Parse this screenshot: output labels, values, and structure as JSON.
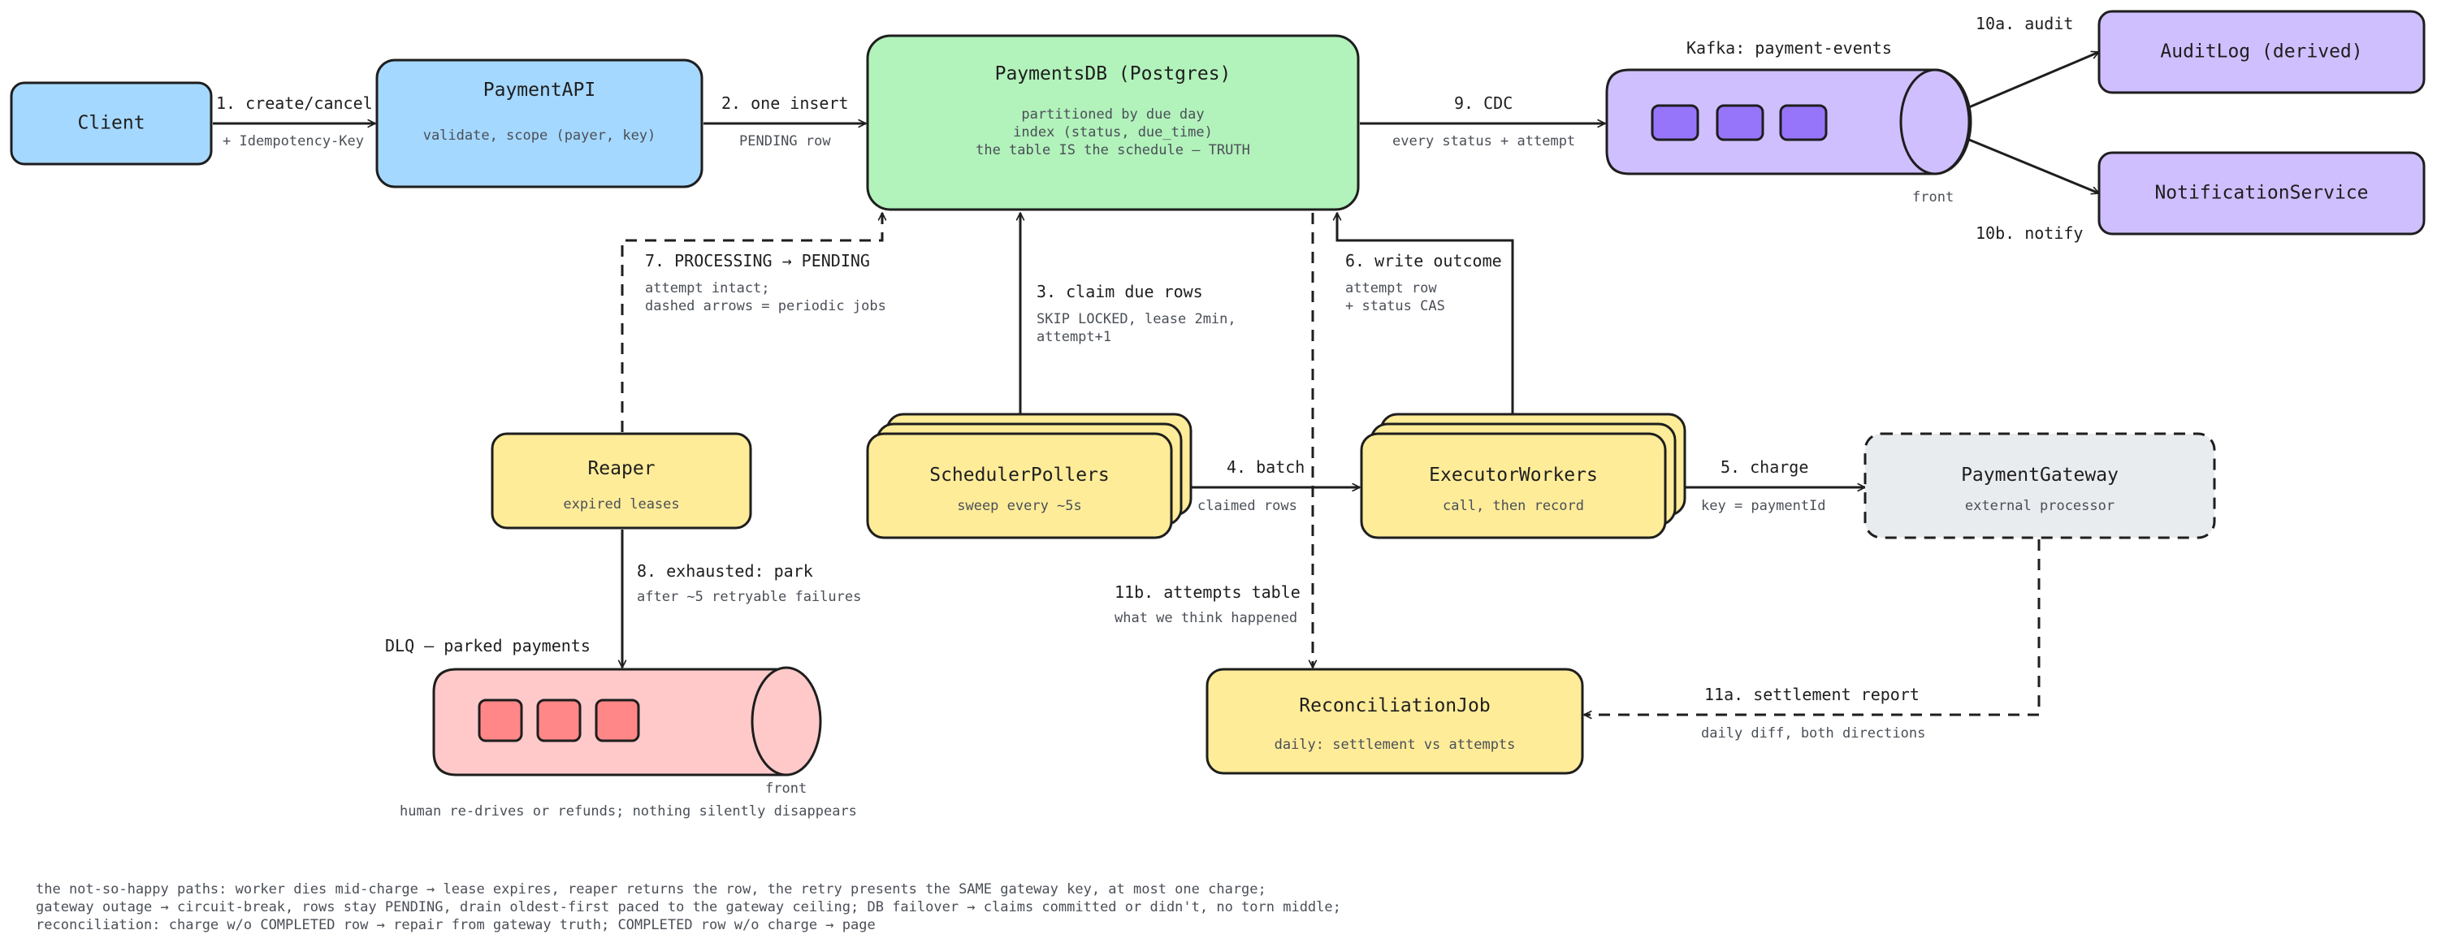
{
  "colors": {
    "blue": "#a5d8ff",
    "green": "#b2f2bb",
    "purple": "#d0bfff",
    "purple_item": "#9775fa",
    "yellow": "#ffec99",
    "red": "#ffc9c9",
    "red_item": "#ff8787",
    "gray": "#e9ecef",
    "stroke": "#1e1e1e"
  },
  "nodes": {
    "client": {
      "title": "Client"
    },
    "payment_api": {
      "title": "PaymentAPI",
      "sub": "validate, scope (payer, key)"
    },
    "payments_db": {
      "title": "PaymentsDB (Postgres)",
      "lines": [
        "partitioned by due day",
        "index (status, due_time)",
        "the table IS the schedule — TRUTH"
      ]
    },
    "kafka": {
      "title": "Kafka: payment-events",
      "front": "front"
    },
    "audit_log": {
      "title": "AuditLog (derived)"
    },
    "notification": {
      "title": "NotificationService"
    },
    "reaper": {
      "title": "Reaper",
      "sub": "expired leases"
    },
    "scheduler": {
      "title": "SchedulerPollers",
      "sub": "sweep every ~5s"
    },
    "executor": {
      "title": "ExecutorWorkers",
      "sub": "call, then record"
    },
    "gateway": {
      "title": "PaymentGateway",
      "sub": "external processor"
    },
    "dlq": {
      "title": "DLQ — parked payments",
      "front": "front",
      "caption": "human re-drives or refunds; nothing silently disappears"
    },
    "recon": {
      "title": "ReconciliationJob",
      "sub": "daily: settlement vs attempts"
    }
  },
  "edges": {
    "e1": {
      "label": "1. create/cancel",
      "note": "+ Idempotency-Key"
    },
    "e2": {
      "label": "2. one insert",
      "note": "PENDING row"
    },
    "e3": {
      "label": "3. claim due rows",
      "note_lines": [
        "SKIP LOCKED, lease 2min,",
        "attempt+1"
      ]
    },
    "e4": {
      "label": "4. batch",
      "note": "claimed rows"
    },
    "e5": {
      "label": "5. charge",
      "note": "key = paymentId"
    },
    "e6": {
      "label": "6. write outcome",
      "note_lines": [
        "attempt row",
        "+ status CAS"
      ]
    },
    "e7": {
      "label": "7. PROCESSING → PENDING",
      "note_lines": [
        "attempt intact;",
        "dashed arrows = periodic jobs"
      ]
    },
    "e8": {
      "label": "8. exhausted: park",
      "note": "after ~5 retryable failures"
    },
    "e9": {
      "label": "9. CDC",
      "note": "every status + attempt"
    },
    "e10a": {
      "label": "10a. audit"
    },
    "e10b": {
      "label": "10b. notify"
    },
    "e11a": {
      "label": "11a. settlement report",
      "note": "daily diff, both directions"
    },
    "e11b": {
      "label": "11b. attempts table",
      "note": "what we think happened"
    }
  },
  "footer": [
    "the not-so-happy paths: worker dies mid-charge → lease expires, reaper returns the row, the retry presents the SAME gateway key, at most one charge;",
    "gateway outage → circuit-break, rows stay PENDING, drain oldest-first paced to the gateway ceiling; DB failover → claims committed or didn't, no torn middle;",
    "reconciliation: charge w/o COMPLETED row → repair from gateway truth; COMPLETED row w/o charge → page"
  ]
}
